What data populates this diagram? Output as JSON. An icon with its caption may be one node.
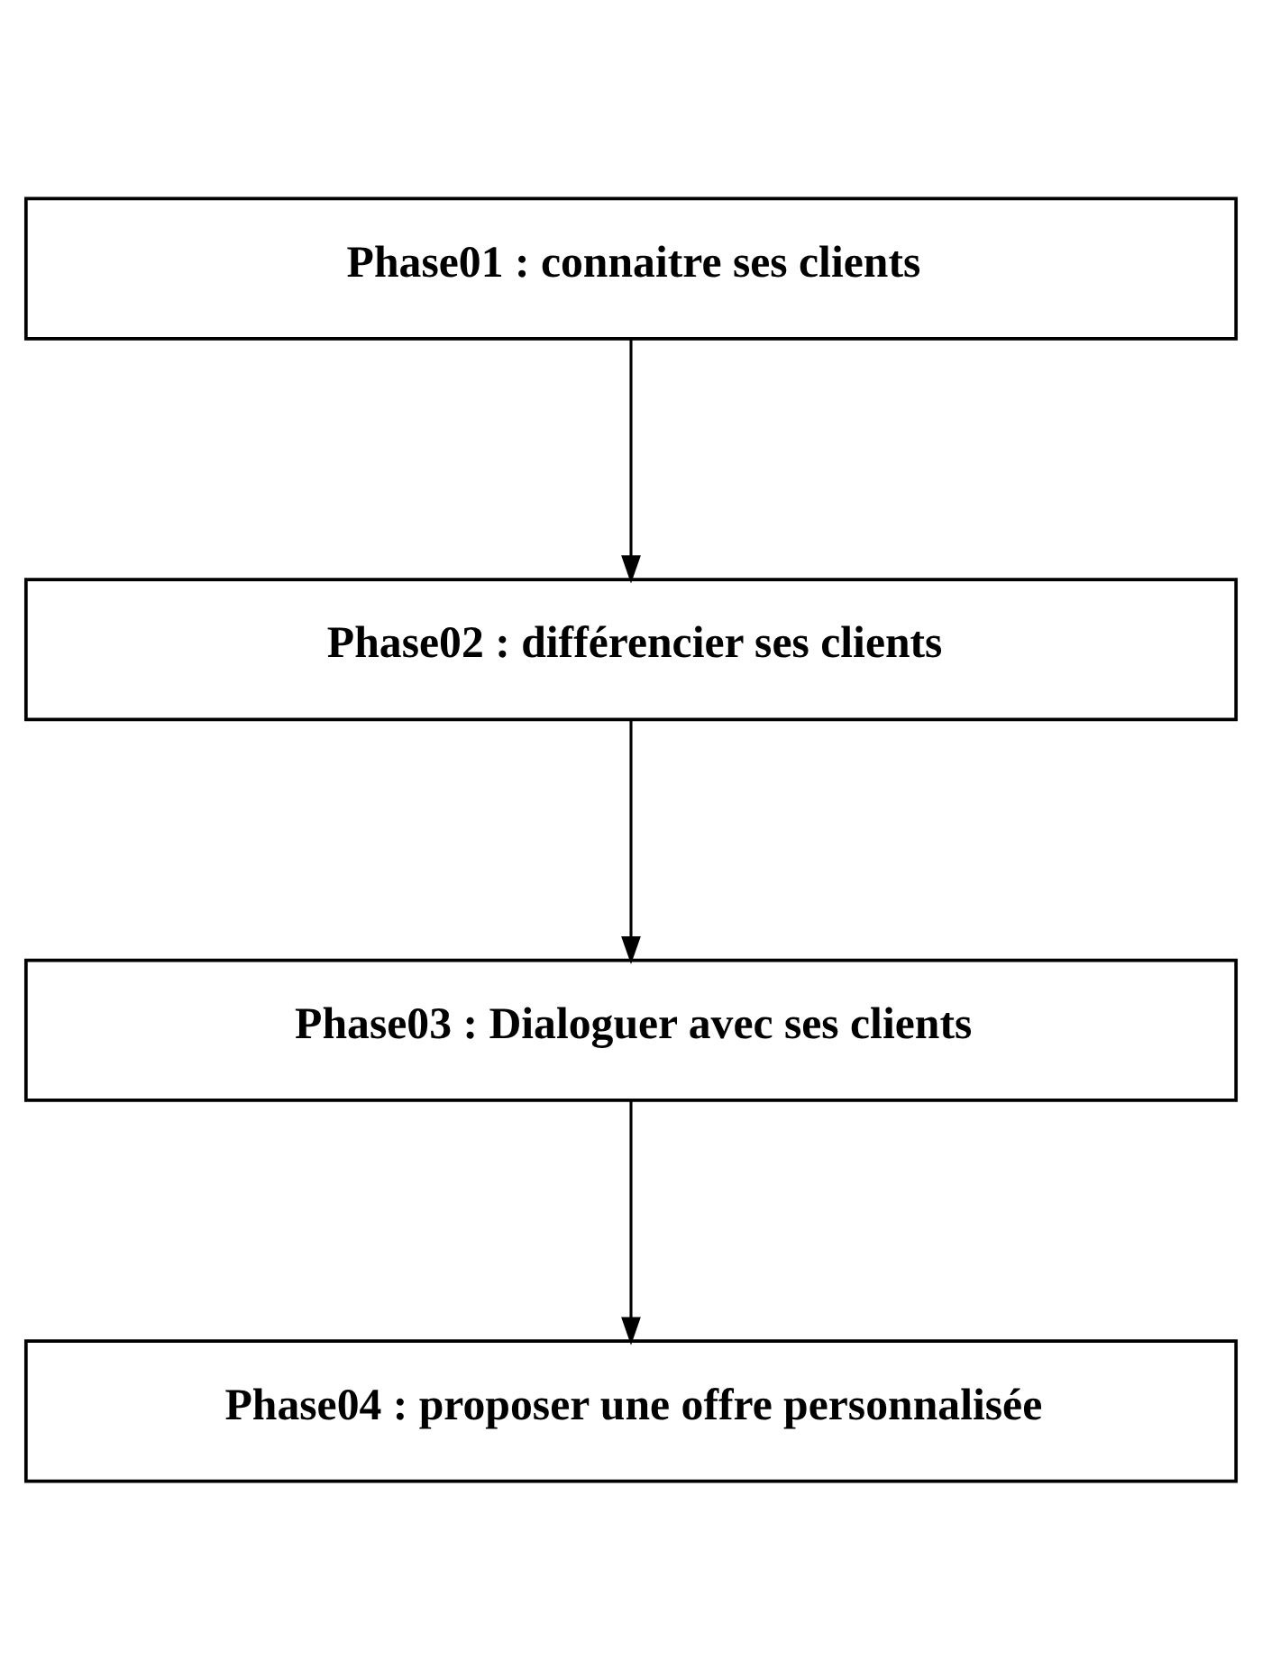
{
  "diagram": {
    "nodes": [
      {
        "text": [
          "Phase01 : connaitre ses clients"
        ]
      },
      {
        "text": [
          "Phase02 : différencier ses clients"
        ]
      },
      {
        "text": [
          "Phase03 : Dialoguer avec ses clients"
        ]
      },
      {
        "text": [
          "Phase04 : proposer une offre personnalisée"
        ]
      }
    ],
    "edges": [
      {
        "from": 0,
        "to": 1,
        "arrow": "to"
      },
      {
        "from": 1,
        "to": 2,
        "arrow": "to"
      },
      {
        "from": 2,
        "to": 3,
        "arrow": "to"
      }
    ]
  }
}
